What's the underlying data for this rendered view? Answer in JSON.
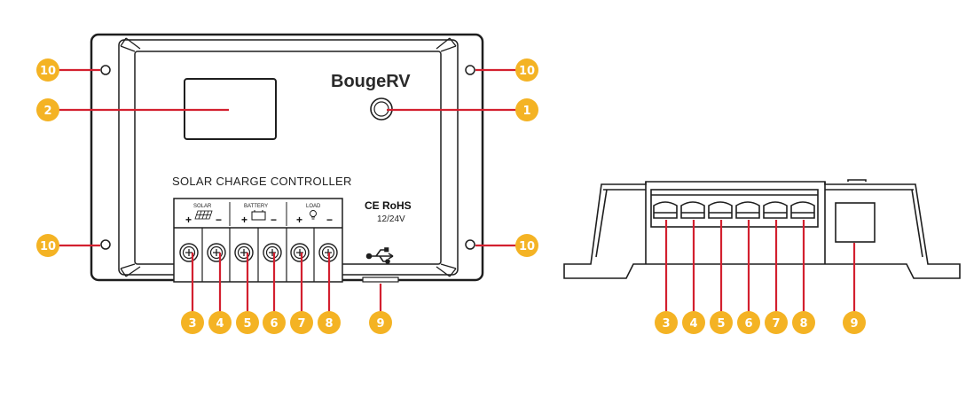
{
  "front_view": {
    "brand": "BougeRV",
    "title": "SOLAR CHARGE CONTROLLER",
    "terminal_groups": [
      {
        "label": "SOLAR",
        "plus": "+",
        "minus": "−"
      },
      {
        "label": "BATTERY",
        "plus": "+",
        "minus": "−"
      },
      {
        "label": "LOAD",
        "plus": "+",
        "minus": "−"
      }
    ],
    "certification": "CE RoHS",
    "voltage": "12/24V",
    "callouts": {
      "power_button": "1",
      "display": "2",
      "mount_top_left": "10",
      "mount_top_right": "10",
      "mount_bottom_left": "10",
      "mount_bottom_right": "10",
      "usb_port": "9",
      "terminals": [
        "3",
        "4",
        "5",
        "6",
        "7",
        "8"
      ]
    }
  },
  "side_view": {
    "callouts": {
      "terminals": [
        "3",
        "4",
        "5",
        "6",
        "7",
        "8"
      ],
      "usb_port": "9"
    }
  },
  "colors": {
    "callout_fill": "#F4B324",
    "leader_line": "#D3202F",
    "outline": "#1E1E1E"
  }
}
